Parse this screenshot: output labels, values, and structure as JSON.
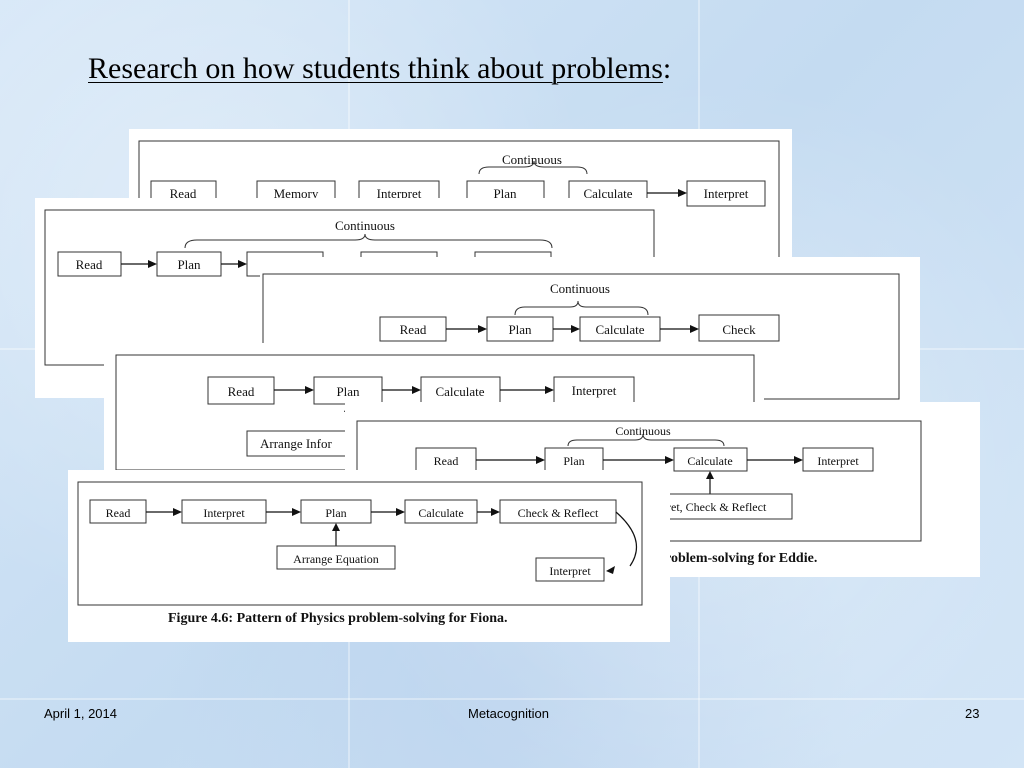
{
  "slide": {
    "title": "Research on how students think about problems",
    "title_colon": ":"
  },
  "footer": {
    "date": "April 1, 2014",
    "center": "Metacognition",
    "page": "23"
  },
  "figures": {
    "fig1": {
      "continuous_label": "Continuous",
      "boxes": [
        "Read",
        "Memory",
        "Interpret",
        "Plan",
        "Calculate",
        "Interpret"
      ]
    },
    "fig2": {
      "continuous_label": "Continuous",
      "boxes": [
        "Read",
        "Plan"
      ]
    },
    "fig3": {
      "continuous_label": "Continuous",
      "boxes": [
        "Read",
        "Plan",
        "Calculate",
        "Check"
      ]
    },
    "fig4": {
      "boxes": [
        "Read",
        "Plan",
        "Calculate",
        "Interpret"
      ],
      "side_box": "Arrange Infor"
    },
    "fig5": {
      "continuous_label": "Continuous",
      "boxes": [
        "Read",
        "Plan",
        "Calculate",
        "Interpret"
      ],
      "side_box": "ret, Check & Reflect",
      "caption": "roblem-solving for Eddie."
    },
    "fig6": {
      "boxes": [
        "Read",
        "Interpret",
        "Plan",
        "Calculate",
        "Check & Reflect"
      ],
      "side_box": "Arrange Equation",
      "end_box": "Interpret",
      "caption": "Figure 4.6: Pattern of Physics problem-solving for Fiona."
    }
  }
}
